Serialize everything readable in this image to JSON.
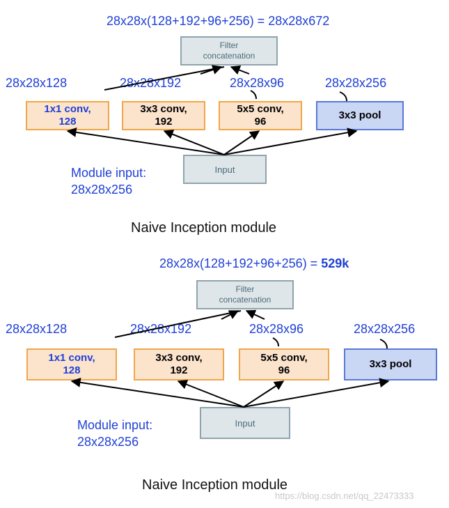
{
  "top": {
    "formula": "28x28x(128+192+96+256) = 28x28x672",
    "filter_label": "Filter\nconcatenation",
    "dims": [
      "28x28x128",
      "28x28x192",
      "28x28x96",
      "28x28x256"
    ],
    "boxes": [
      {
        "line1": "1x1 conv,",
        "line2": "128"
      },
      {
        "line1": "3x3 conv,",
        "line2": "192"
      },
      {
        "line1": "5x5 conv,",
        "line2": "96"
      },
      {
        "line1": "3x3 pool",
        "line2": ""
      }
    ],
    "input_label": "Input",
    "module_input_line1": "Module input:",
    "module_input_line2": "28x28x256",
    "caption": "Naive Inception module"
  },
  "bottom": {
    "formula_prefix": "28x28x(128+192+96+256) = ",
    "formula_result": "529k",
    "filter_label": "Filter\nconcatenation",
    "dims": [
      "28x28x128",
      "28x28x192",
      "28x28x96",
      "28x28x256"
    ],
    "boxes": [
      {
        "line1": "1x1 conv,",
        "line2": "128"
      },
      {
        "line1": "3x3 conv,",
        "line2": "192"
      },
      {
        "line1": "5x5 conv,",
        "line2": "96"
      },
      {
        "line1": "3x3 pool",
        "line2": ""
      }
    ],
    "input_label": "Input",
    "module_input_line1": "Module input:",
    "module_input_line2": "28x28x256",
    "caption": "Naive Inception module"
  },
  "watermark": "https://blog.csdn.net/qq_22473333",
  "colors": {
    "text_blue": "#1f3fd6",
    "conv_fill": "#fbe3cc",
    "conv_border": "#f0a64a",
    "pool_fill": "#c9d6f4",
    "pool_border": "#5a78d6",
    "gray_fill": "#dfe6ea",
    "gray_border": "#8fa3ad"
  }
}
